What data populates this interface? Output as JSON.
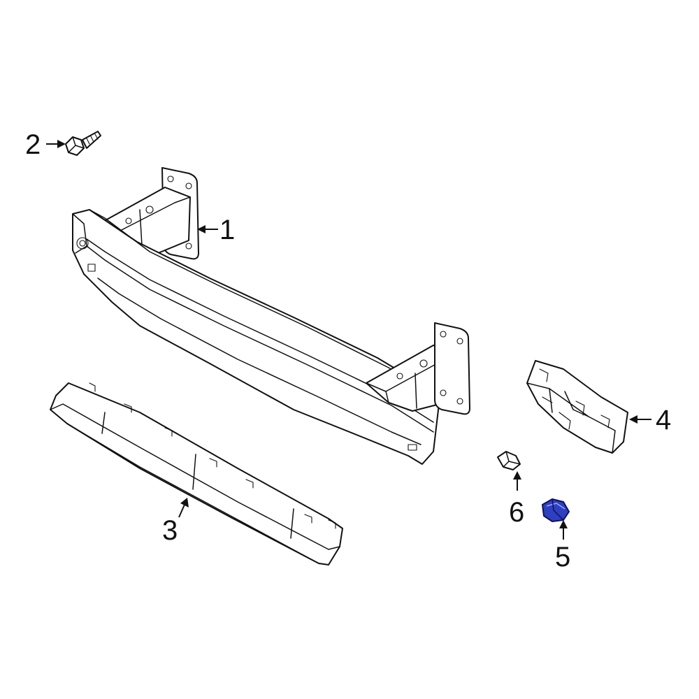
{
  "callouts": {
    "c1": "1",
    "c2": "2",
    "c3": "3",
    "c4": "4",
    "c5": "5",
    "c6": "6"
  },
  "parts": [
    {
      "callout": "1",
      "icon": "bumper-reinforcement-beam"
    },
    {
      "callout": "2",
      "icon": "screw-bolt"
    },
    {
      "callout": "3",
      "icon": "lower-trim-absorber"
    },
    {
      "callout": "4",
      "icon": "mounting-bracket"
    },
    {
      "callout": "5",
      "icon": "clip-nut",
      "highlighted": true
    },
    {
      "callout": "6",
      "icon": "retainer-clip"
    }
  ],
  "colors": {
    "line": "#111111",
    "background": "#ffffff",
    "highlight_fill": "#2e3fbf",
    "highlight_stroke": "#101060"
  }
}
